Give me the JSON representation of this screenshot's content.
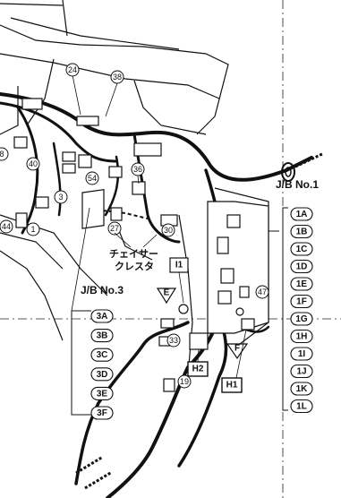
{
  "connector_numbers": [
    "24",
    "38",
    "40",
    "54",
    "8",
    "3",
    "44",
    "1",
    "36",
    "27",
    "30",
    "47",
    "33",
    "19"
  ],
  "jb_no1": {
    "title": "J/B No.1",
    "terminals": [
      "1A",
      "1B",
      "1C",
      "1D",
      "1E",
      "1F",
      "1G",
      "1H",
      "1I",
      "1J",
      "1K",
      "1L"
    ]
  },
  "jb_no3": {
    "title": "J/B No.3",
    "terminals": [
      "3A",
      "3B",
      "3C",
      "3D",
      "3E",
      "3F"
    ]
  },
  "chaser_label_line1": "チェイサー",
  "chaser_label_line2": "クレスタ",
  "box_labels": [
    "I1",
    "H2",
    "H1"
  ],
  "triangle_labels": [
    "E",
    "F"
  ],
  "colors": {
    "line": "#111111",
    "background": "#ffffff"
  }
}
